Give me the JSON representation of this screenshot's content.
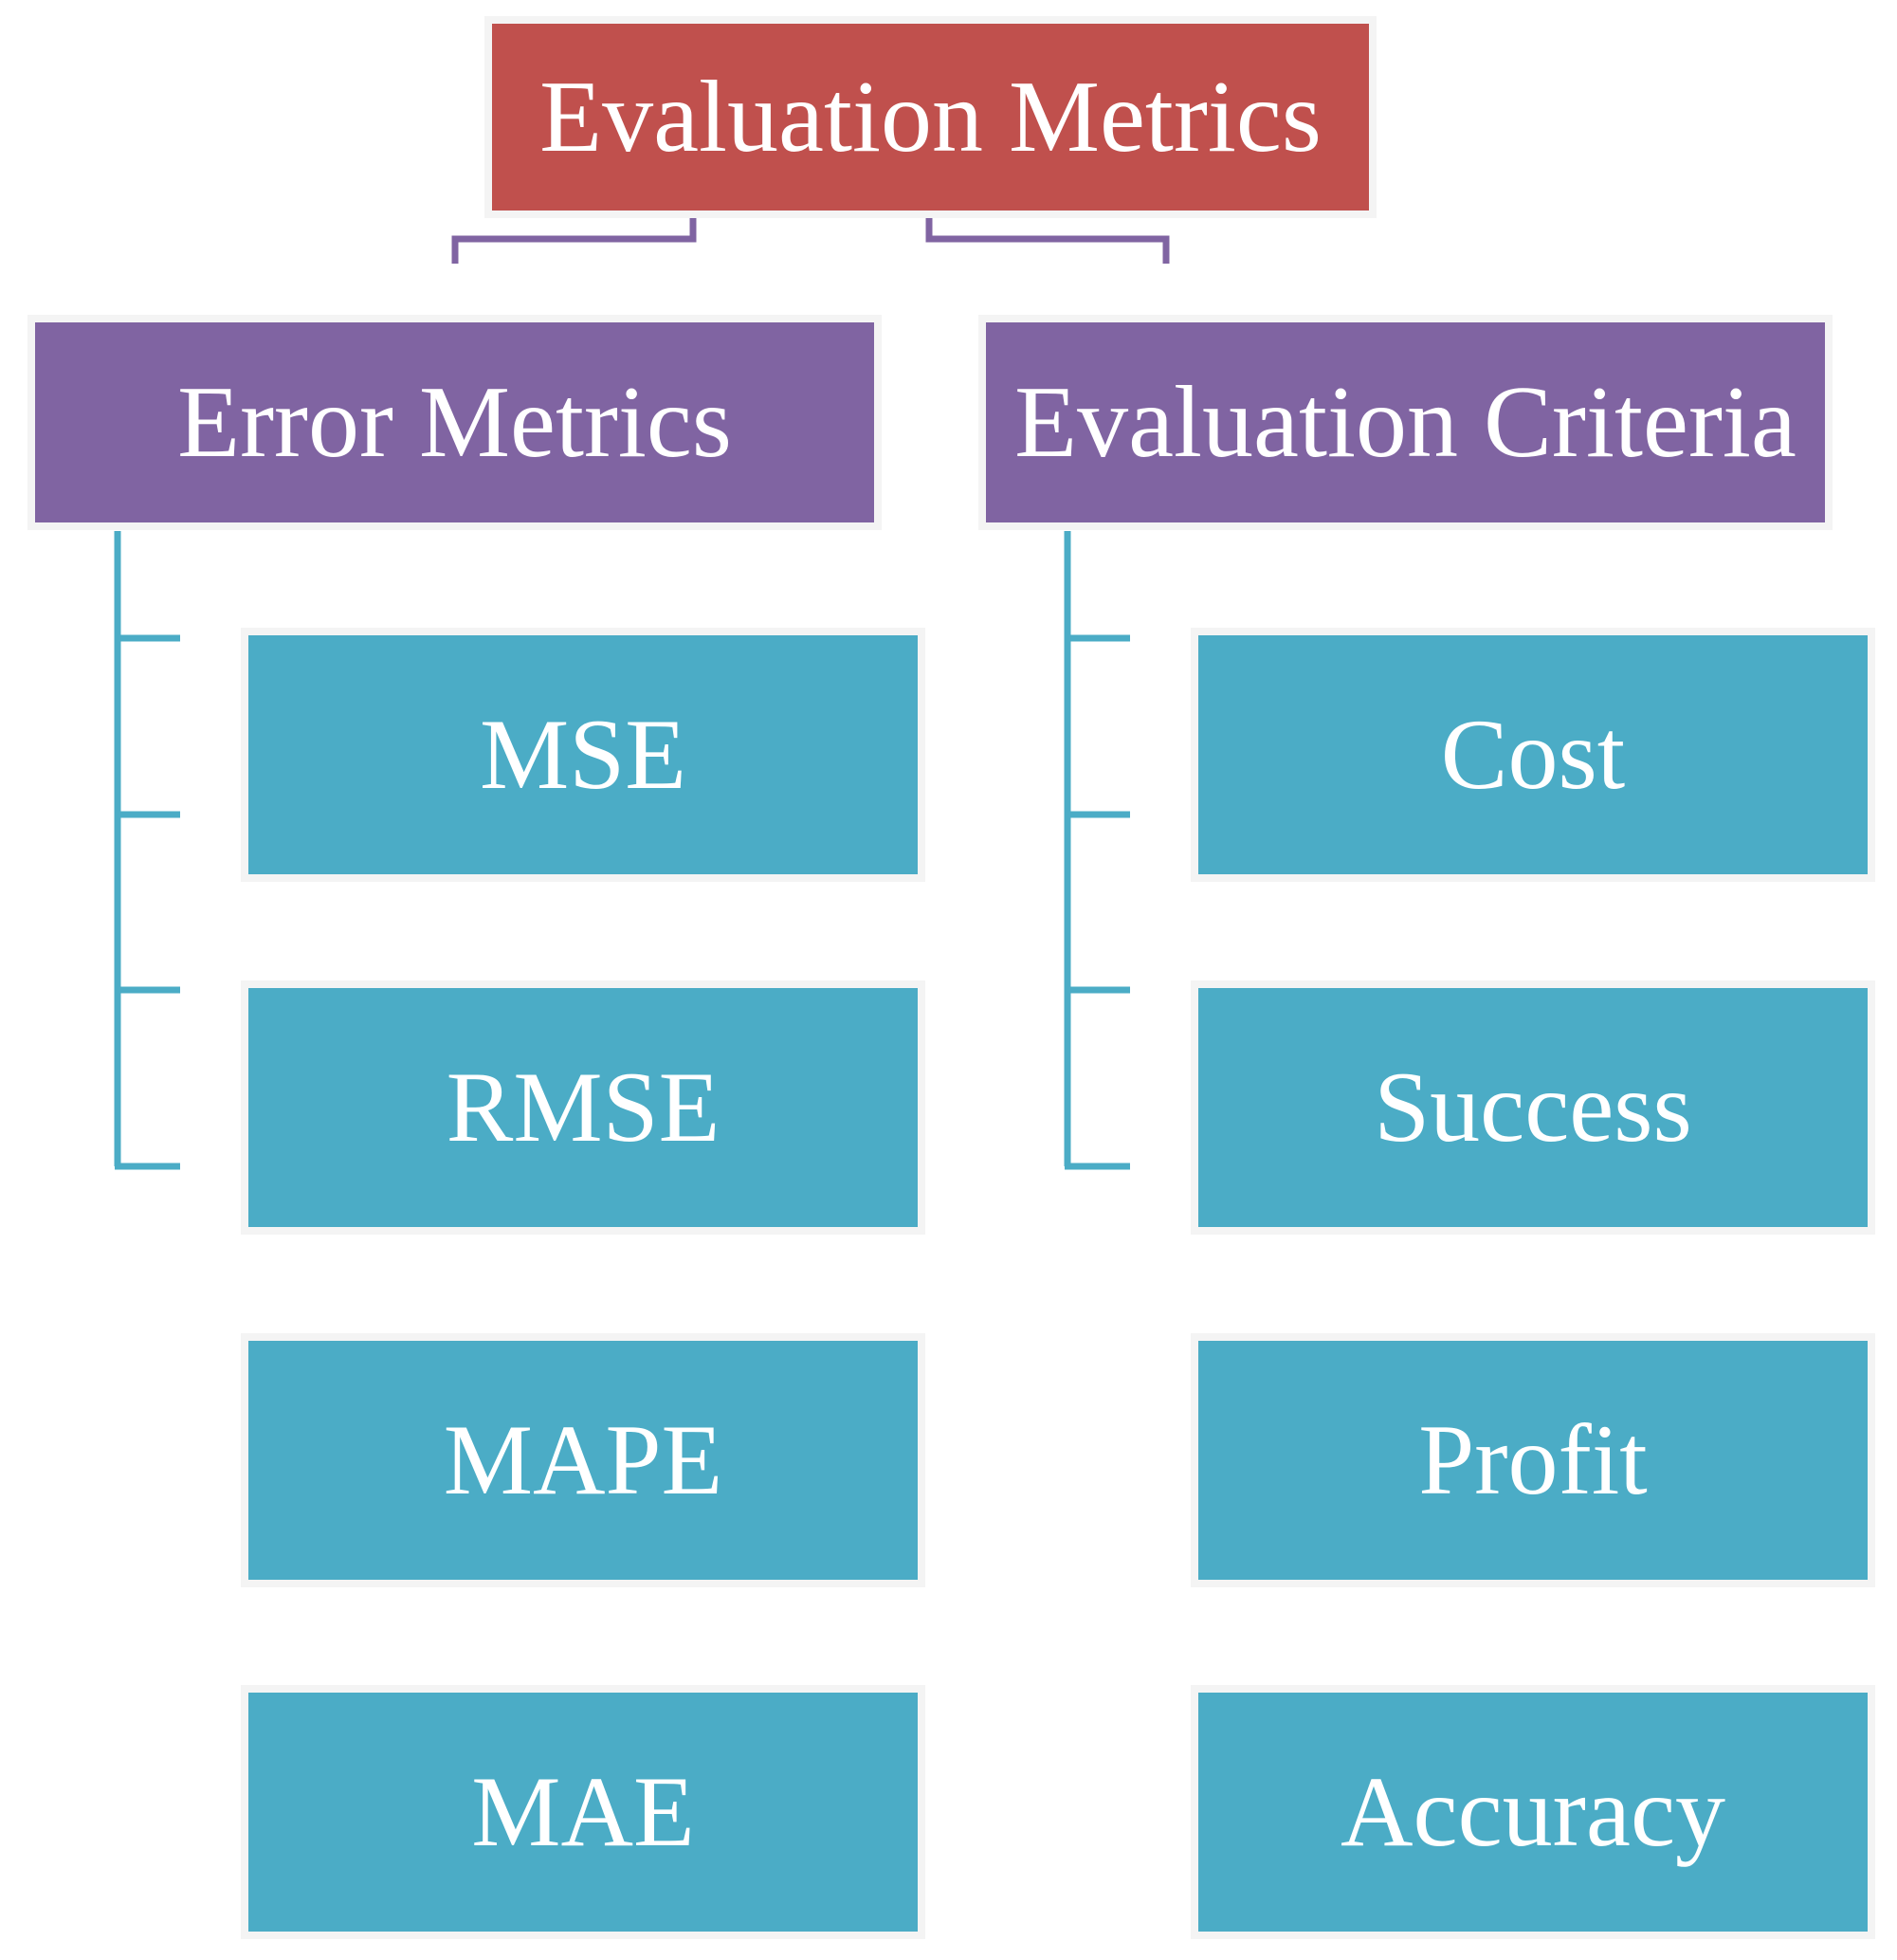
{
  "diagram": {
    "root": {
      "label": "Evaluation Metrics"
    },
    "branches": [
      {
        "label": "Error Metrics",
        "children": [
          "MSE",
          "RMSE",
          "MAPE",
          "MAE"
        ]
      },
      {
        "label": "Evaluation Criteria",
        "children": [
          "Cost",
          "Success",
          "Profit",
          "Accuracy"
        ]
      }
    ]
  },
  "colors": {
    "root_fill": "#c0504d",
    "branch_fill": "#8064a2",
    "leaf_fill": "#4bacc6",
    "branch_connector": "#8064a2",
    "leaf_connector": "#4bacc6",
    "text": "#ffffff"
  }
}
